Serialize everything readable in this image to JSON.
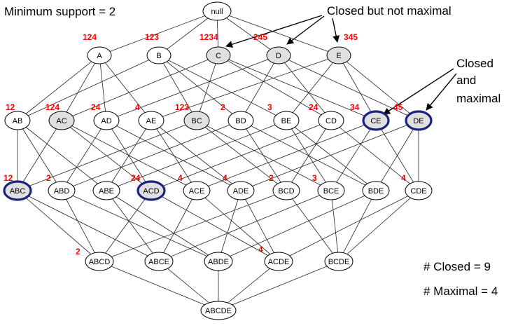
{
  "min_support_label": "Minimum support = 2",
  "closed_not_maximal_label": "Closed but not maximal",
  "closed_maximal_label": [
    "Closed",
    "and",
    "maximal"
  ],
  "closed_count_label": "# Closed = 9",
  "maximal_count_label": "# Maximal = 4",
  "colors": {
    "open_fill": "#ffffff",
    "closed_fill": "#e0e0e0",
    "maximal_stroke": "#1a237e",
    "tid_color": "#ff0000"
  },
  "nodes": [
    {
      "id": "null",
      "label": "null",
      "tids": "",
      "status": "open"
    },
    {
      "id": "A",
      "label": "A",
      "tids": "124",
      "status": "open"
    },
    {
      "id": "B",
      "label": "B",
      "tids": "123",
      "status": "open"
    },
    {
      "id": "C",
      "label": "C",
      "tids": "1234",
      "status": "closed"
    },
    {
      "id": "D",
      "label": "D",
      "tids": "245",
      "status": "closed"
    },
    {
      "id": "E",
      "label": "E",
      "tids": "345",
      "status": "closed"
    },
    {
      "id": "AB",
      "label": "AB",
      "tids": "12",
      "status": "open"
    },
    {
      "id": "AC",
      "label": "AC",
      "tids": "124",
      "status": "closed"
    },
    {
      "id": "AD",
      "label": "AD",
      "tids": "24",
      "status": "open"
    },
    {
      "id": "AE",
      "label": "AE",
      "tids": "4",
      "status": "open"
    },
    {
      "id": "BC",
      "label": "BC",
      "tids": "123",
      "status": "closed"
    },
    {
      "id": "BD",
      "label": "BD",
      "tids": "2",
      "status": "open"
    },
    {
      "id": "BE",
      "label": "BE",
      "tids": "3",
      "status": "open"
    },
    {
      "id": "CD",
      "label": "CD",
      "tids": "24",
      "status": "open"
    },
    {
      "id": "CE",
      "label": "CE",
      "tids": "34",
      "status": "maximal"
    },
    {
      "id": "DE",
      "label": "DE",
      "tids": "45",
      "status": "maximal"
    },
    {
      "id": "ABC",
      "label": "ABC",
      "tids": "12",
      "status": "maximal"
    },
    {
      "id": "ABD",
      "label": "ABD",
      "tids": "2",
      "status": "open"
    },
    {
      "id": "ABE",
      "label": "ABE",
      "tids": "",
      "status": "open"
    },
    {
      "id": "ACD",
      "label": "ACD",
      "tids": "24",
      "status": "maximal"
    },
    {
      "id": "ACE",
      "label": "ACE",
      "tids": "4",
      "status": "open"
    },
    {
      "id": "ADE",
      "label": "ADE",
      "tids": "4",
      "status": "open"
    },
    {
      "id": "BCD",
      "label": "BCD",
      "tids": "2",
      "status": "open"
    },
    {
      "id": "BCE",
      "label": "BCE",
      "tids": "3",
      "status": "open"
    },
    {
      "id": "BDE",
      "label": "BDE",
      "tids": "",
      "status": "open"
    },
    {
      "id": "CDE",
      "label": "CDE",
      "tids": "4",
      "status": "open"
    },
    {
      "id": "ABCD",
      "label": "ABCD",
      "tids": "2",
      "status": "open"
    },
    {
      "id": "ABCE",
      "label": "ABCE",
      "tids": "",
      "status": "open"
    },
    {
      "id": "ABDE",
      "label": "ABDE",
      "tids": "",
      "status": "open"
    },
    {
      "id": "ACDE",
      "label": "ACDE",
      "tids": "4",
      "status": "open"
    },
    {
      "id": "BCDE",
      "label": "BCDE",
      "tids": "",
      "status": "open"
    },
    {
      "id": "ABCDE",
      "label": "ABCDE",
      "tids": "",
      "status": "open"
    }
  ]
}
